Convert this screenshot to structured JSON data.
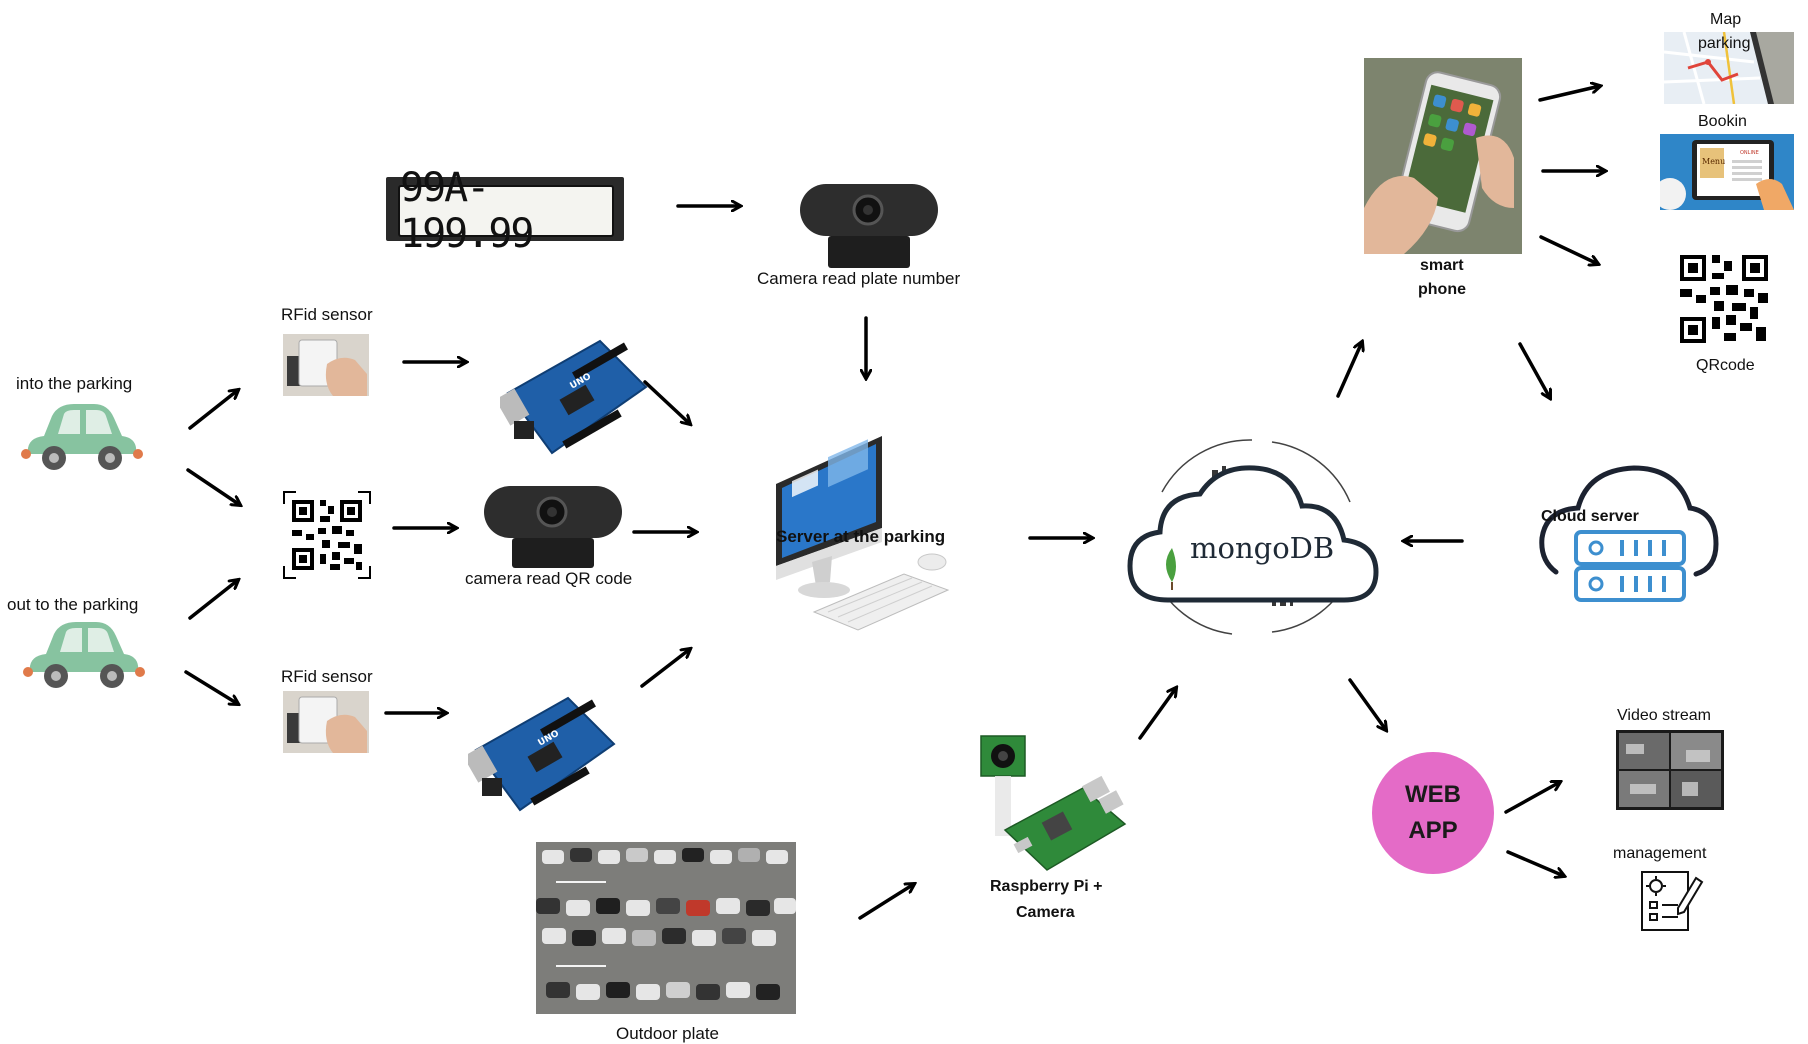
{
  "labels": {
    "into_parking": "into the parking",
    "out_parking": "out to the parking",
    "rfid_top": "RFid sensor",
    "rfid_bottom": "RFid sensor",
    "plate_text": "99A-199.99",
    "camera_plate": "Camera read plate number",
    "camera_qr": "camera read QR code",
    "server": "Server at the parking",
    "mongo": "mongoDB",
    "cloud": "Cloud server",
    "smartphone_1": "smart",
    "smartphone_2": "phone",
    "map_1": "Map",
    "map_2": "parking",
    "booking": "Bookin",
    "qrcode": "QRcode",
    "web_app": "WEB\nAPP",
    "video_stream": "Video stream",
    "management": "management",
    "rpi_1": "Raspberry Pi +",
    "rpi_2": "Camera",
    "outdoor": "Outdoor plate",
    "menu_label": "Menu",
    "online_label": "ONLINE"
  },
  "colors": {
    "car": "#87c3a0",
    "web_app": "#e46bc7",
    "arduino": "#1f5fa8",
    "cloud_server": "#3d8fcf",
    "mongo_leaf": "#4aa03f"
  },
  "icons": [
    "car-icon",
    "rfid-card-icon",
    "qr-code-icon",
    "webcam-icon",
    "arduino-board-icon",
    "license-plate-icon",
    "desktop-computer-icon",
    "mongodb-cloud-icon",
    "cloud-server-icon",
    "smartphone-icon",
    "map-icon",
    "booking-icon",
    "raspberry-pi-icon",
    "parking-lot-photo",
    "video-stream-icon",
    "management-icon"
  ]
}
